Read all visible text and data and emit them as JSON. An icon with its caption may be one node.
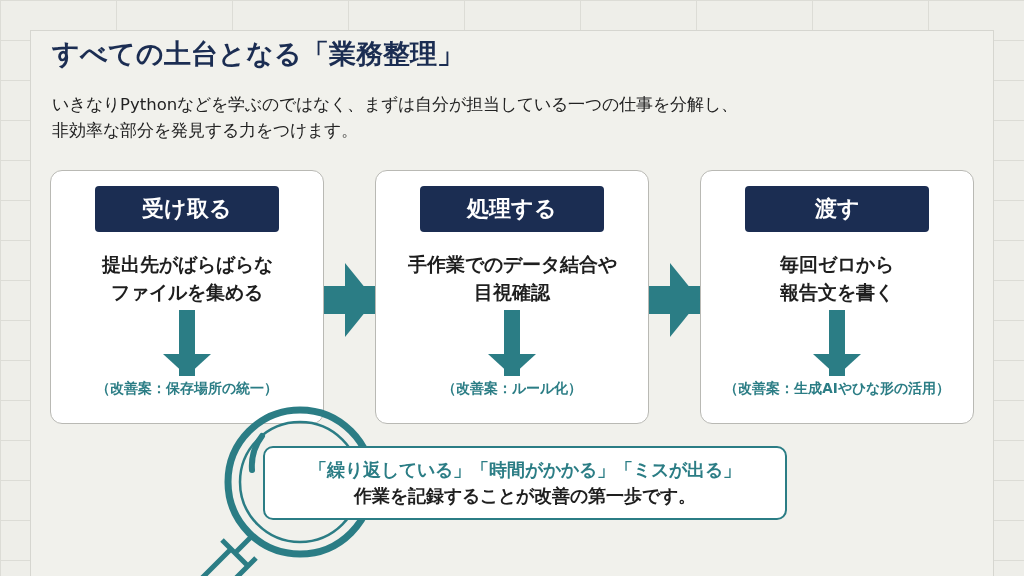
{
  "diagram": {
    "title": "すべての土台となる「業務整理」",
    "caption": "いきなりPythonなどを学ぶのではなく、まずは自分が担当している一つの仕事を分解し、非効率な部分を発見する力をつけます。",
    "nodes": [
      {
        "text": [],
        "shape": "box"
      },
      {
        "text": [
          "受け取る",
          "提出先がばらばらなファイルを集める"
        ],
        "in": 0
      },
      {
        "text": [
          "（改善案：保存場所の統一）"
        ],
        "in": 0
      },
      {
        "text": [],
        "shape": "box"
      },
      {
        "text": [
          "処理する",
          "手作業でのデータ結合や目視確認"
        ],
        "in": 3
      },
      {
        "text": [
          "（改善案：ルール化）"
        ],
        "in": 3
      },
      {
        "text": [],
        "shape": "box"
      },
      {
        "text": [
          "渡す",
          "毎回ゼロから報告文を書く"
        ],
        "in": 6
      },
      {
        "text": [
          "（改善案：生成AIやひな形の活用）"
        ],
        "in": 6
      },
      {
        "text": [
          "「繰り返している」「時間がかかる」「ミスが出る」",
          "作業を記録することが改善の第一歩です。"
        ]
      }
    ],
    "edges": [
      {
        "from": 1,
        "to": 2,
        "arrow": "to"
      },
      {
        "from": 0,
        "to": 3,
        "arrow": "to"
      },
      {
        "from": 4,
        "to": 5,
        "arrow": "to"
      },
      {
        "from": 3,
        "to": 6,
        "arrow": "to"
      },
      {
        "from": 7,
        "to": 8,
        "arrow": "to"
      }
    ]
  }
}
